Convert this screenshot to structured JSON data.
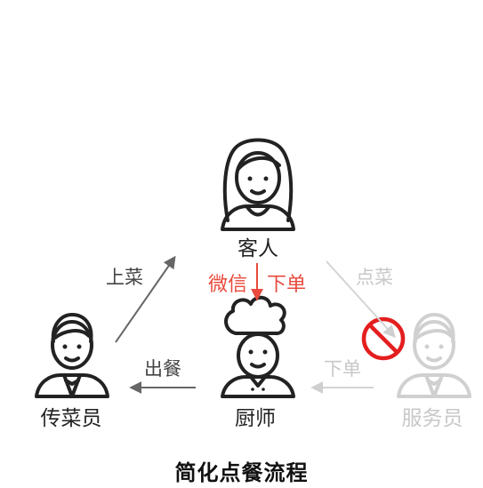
{
  "nodes": {
    "customer": "客人",
    "runner": "传菜员",
    "chef": "厨师",
    "waiter": "服务员"
  },
  "edges": {
    "serve": "上菜",
    "wechat": "微信",
    "place_order": "下单",
    "plating": "出餐",
    "order_dishes": "点菜",
    "waiter_order": "下单"
  },
  "caption": "简化点餐流程",
  "colors": {
    "dark": "#222222",
    "muted": "#c8c8c8",
    "accent": "#e84a3c",
    "forbidden": "#e41e1e"
  }
}
